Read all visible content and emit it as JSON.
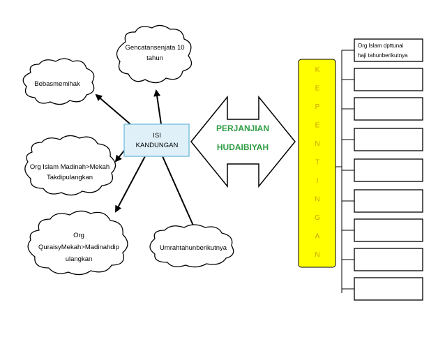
{
  "center": {
    "lines": [
      "ISI",
      "KANDUNGAN"
    ]
  },
  "clouds": [
    {
      "id": "gencatan",
      "lines": [
        "Gencatansenjata 10",
        "tahun"
      ]
    },
    {
      "id": "bebas",
      "lines": [
        "Bebasmemihak"
      ]
    },
    {
      "id": "madinah-mekah",
      "lines": [
        "Org Islam Madinah>Mekah",
        "Takdipulangkan"
      ]
    },
    {
      "id": "quraisy",
      "lines": [
        "Org",
        "QuraisyMekah>Madinahdip",
        "ulangkan"
      ]
    },
    {
      "id": "umrah",
      "lines": [
        "Umrahtahunberikutnya"
      ]
    }
  ],
  "arrow": {
    "lines": [
      "PERJANJIAN",
      "HUDAIBIYAH"
    ]
  },
  "kepentingan": {
    "letters": [
      "K",
      "E",
      "P",
      "E",
      "N",
      "T",
      "I",
      "N",
      "G",
      "A",
      "N"
    ]
  },
  "right_boxes": [
    {
      "lines": [
        "Org Islam dpttunai",
        "haji tahunberikutnya"
      ]
    },
    {
      "lines": []
    },
    {
      "lines": []
    },
    {
      "lines": []
    },
    {
      "lines": []
    },
    {
      "lines": []
    },
    {
      "lines": []
    },
    {
      "lines": []
    },
    {
      "lines": []
    }
  ],
  "colors": {
    "center_fill": "#dff0f8",
    "center_border": "#7ec3e0",
    "arrow_text": "#2f9e44",
    "kepentingan_fill": "#ffff00",
    "kepentingan_text": "#c8a400"
  }
}
